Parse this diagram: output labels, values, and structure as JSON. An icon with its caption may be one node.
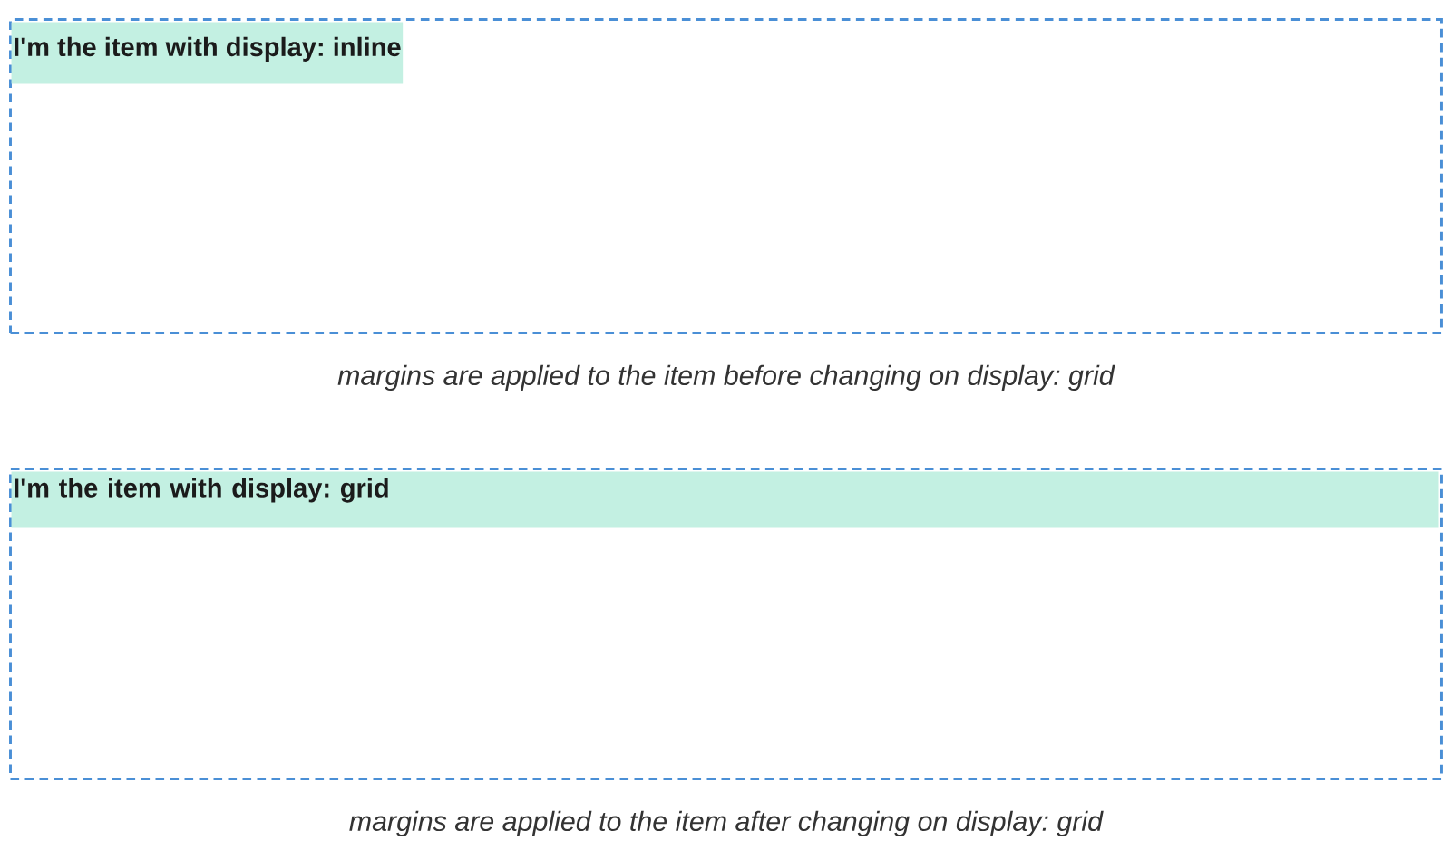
{
  "diagram": {
    "nodes": [
      {
        "text": [],
        "shape": "box",
        "beside": [
          "margins are applied to the item before changing on display: grid"
        ]
      },
      {
        "text": [
          "I'm the item with display: inline"
        ],
        "in": 0
      },
      {
        "text": [],
        "shape": "box",
        "beside": [
          "margins are applied to the item after changing on display: grid"
        ]
      },
      {
        "text": [
          "I'm the item with display: grid"
        ],
        "in": 2
      }
    ]
  }
}
